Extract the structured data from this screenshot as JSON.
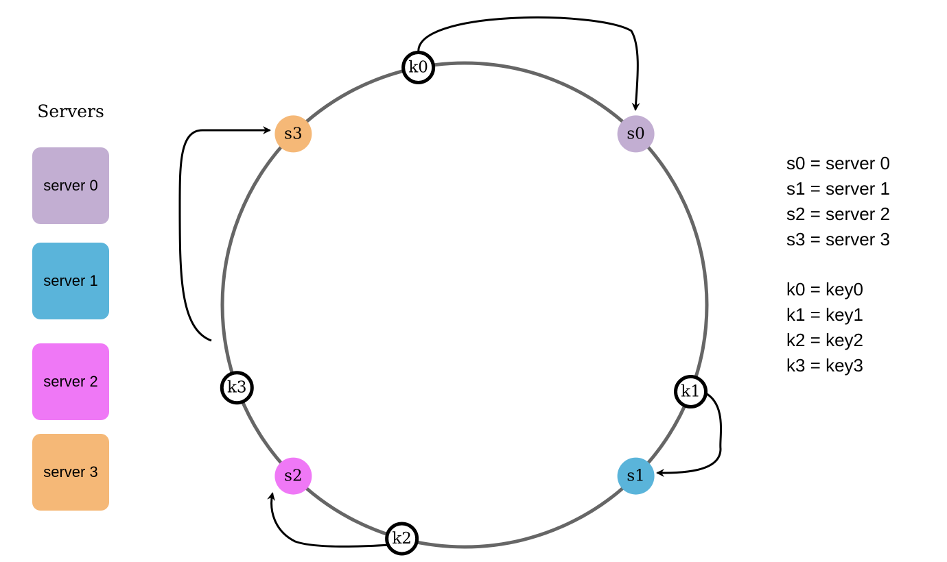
{
  "panel": {
    "title": "Servers",
    "boxes": [
      {
        "label": "server 0",
        "color": "#c2aed2"
      },
      {
        "label": "server 1",
        "color": "#5ab4da"
      },
      {
        "label": "server 2",
        "color": "#ef78f6"
      },
      {
        "label": "server 3",
        "color": "#f5b877"
      }
    ]
  },
  "ring": {
    "stroke_color": "#666666",
    "servers": [
      {
        "label": "s0",
        "angle_deg": 45,
        "color": "#c2aed2"
      },
      {
        "label": "s1",
        "angle_deg": 135,
        "color": "#5ab4da"
      },
      {
        "label": "s2",
        "angle_deg": 225,
        "color": "#ef78f6"
      },
      {
        "label": "s3",
        "angle_deg": 315,
        "color": "#f5b877"
      }
    ],
    "keys": [
      {
        "label": "k0",
        "angle_deg": -11
      },
      {
        "label": "k1",
        "angle_deg": 111
      },
      {
        "label": "k2",
        "angle_deg": 195
      },
      {
        "label": "k3",
        "angle_deg": 250
      }
    ]
  },
  "legend": {
    "servers": [
      "s0 = server 0",
      "s1 = server 1",
      "s2 = server 2",
      "s3 = server 3"
    ],
    "keys": [
      "k0 = key0",
      "k1 = key1",
      "k2 = key2",
      "k3 = key3"
    ]
  }
}
